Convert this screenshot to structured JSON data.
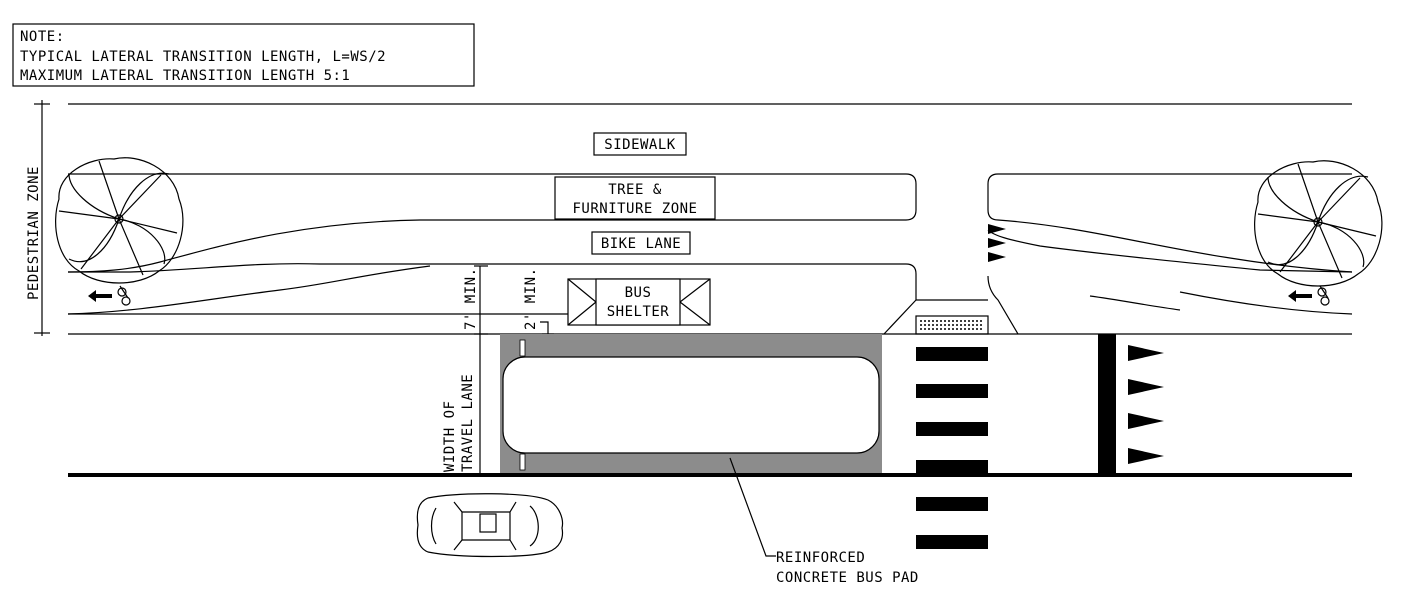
{
  "note": {
    "heading": "NOTE:",
    "line1": "TYPICAL LATERAL TRANSITION LENGTH, L=WS/2",
    "line2": "MAXIMUM LATERAL TRANSITION LENGTH 5:1"
  },
  "labels": {
    "sidewalk": "SIDEWALK",
    "tree_zone_line1": "TREE &",
    "tree_zone_line2": "FURNITURE ZONE",
    "bike_lane": "BIKE LANE",
    "bus_shelter_line1": "BUS",
    "bus_shelter_line2": "SHELTER",
    "pedestrian_zone": "PEDESTRIAN ZONE",
    "seven_min": "7' MIN.",
    "two_min": "2' MIN.",
    "width_line1": "WIDTH OF",
    "width_line2": "TRAVEL LANE",
    "bus_pad_line1": "REINFORCED",
    "bus_pad_line2": "CONCRETE BUS PAD"
  },
  "colors": {
    "bus_pad": "#8c8c8c",
    "ink": "#000000",
    "paper": "#ffffff"
  },
  "icons": [
    "tree-icon",
    "bicycle-icon",
    "arrow-left-icon",
    "car-icon",
    "triangle-marker-icon"
  ]
}
